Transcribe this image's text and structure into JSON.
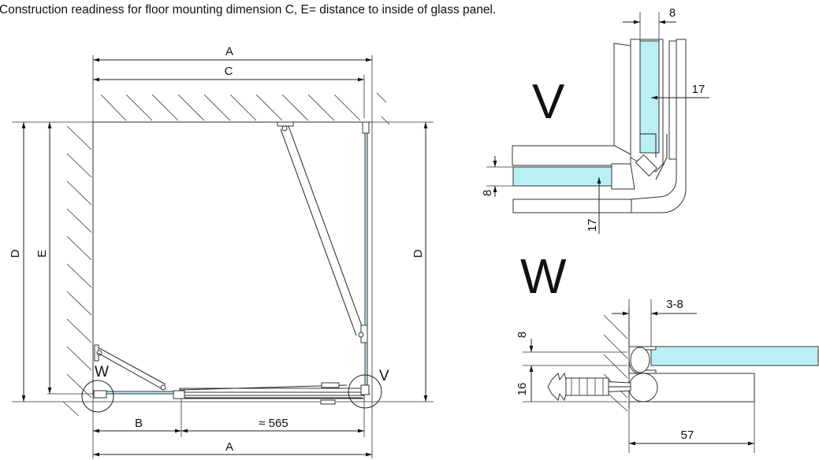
{
  "caption": "Construction readiness for floor mounting dimension C, E= distance to inside of glass panel.",
  "plan": {
    "dim_a_top": "A",
    "dim_c": "C",
    "dim_d_left": "D",
    "dim_e": "E",
    "dim_d_right": "D",
    "dim_b": "B",
    "dim_565": "≈ 565",
    "dim_a_bottom": "A",
    "marker_w": "W",
    "marker_v": "V"
  },
  "detail_v": {
    "title": "V",
    "dim_8_top": "8",
    "dim_17_right": "17",
    "dim_8_left": "8",
    "dim_17_bottom": "17"
  },
  "detail_w": {
    "title": "W",
    "dim_3_8": "3-8",
    "dim_8": "8",
    "dim_16": "16",
    "dim_57": "57"
  },
  "colors": {
    "glass": "#b9f0f3",
    "line": "#222222"
  }
}
